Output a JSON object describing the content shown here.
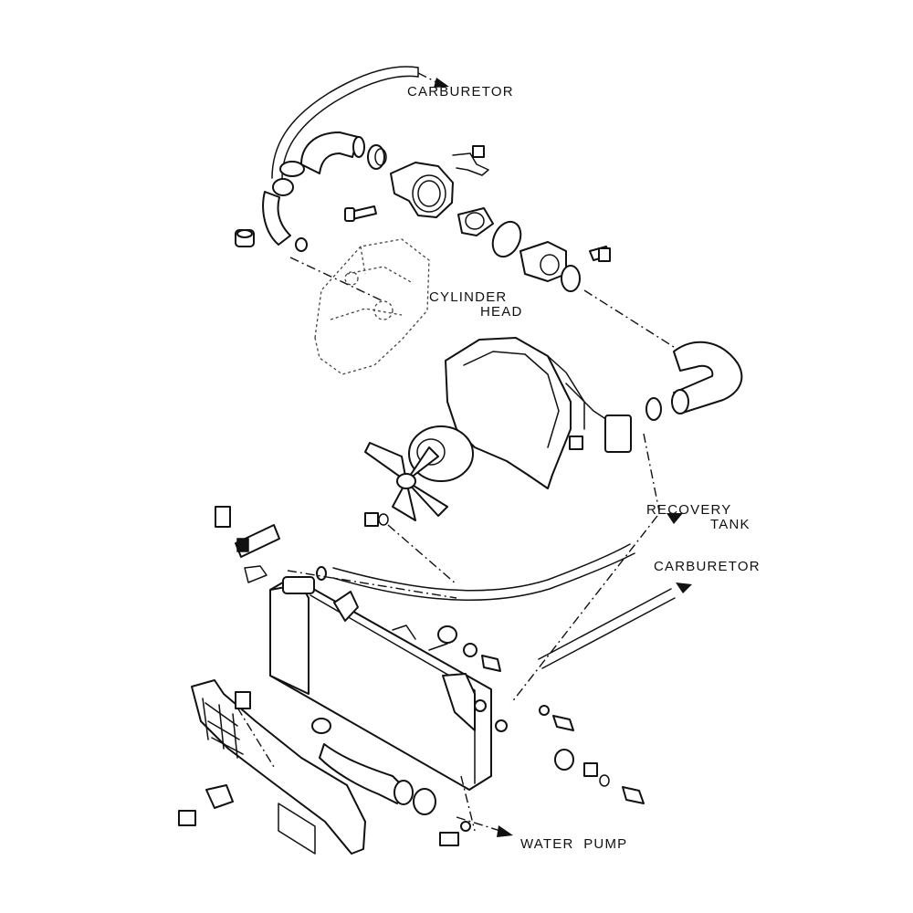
{
  "labels": {
    "carburetor_top": "CARBURETOR",
    "cylinder_head_line1": "CYLINDER",
    "cylinder_head_line2": "HEAD",
    "recovery_tank_line1": "RECOVERY",
    "recovery_tank_line2": "TANK",
    "carburetor_right": "CARBURETOR",
    "water_pump": "WATER  PUMP"
  }
}
